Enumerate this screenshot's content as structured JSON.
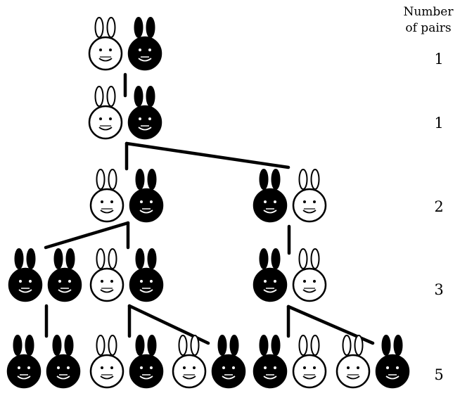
{
  "header": {
    "line1": "Number",
    "line2": "of pairs"
  },
  "generations": [
    {
      "pairs": "1",
      "rabbits": [
        [
          "w",
          "b"
        ]
      ]
    },
    {
      "pairs": "1",
      "rabbits": [
        [
          "w",
          "b"
        ]
      ]
    },
    {
      "pairs": "2",
      "rabbits": [
        [
          "w",
          "b"
        ],
        [
          "b",
          "w"
        ]
      ]
    },
    {
      "pairs": "3",
      "rabbits": [
        [
          "b",
          "b"
        ],
        [
          "w",
          "b"
        ],
        [
          "b",
          "w"
        ]
      ]
    },
    {
      "pairs": "5",
      "rabbits": [
        [
          "b",
          "b"
        ],
        [
          "w",
          "b"
        ],
        [
          "w",
          "b"
        ],
        [
          "b",
          "w"
        ],
        [
          "w",
          "b"
        ]
      ]
    }
  ],
  "colors": {
    "ink": "#000000",
    "paper": "#ffffff"
  }
}
